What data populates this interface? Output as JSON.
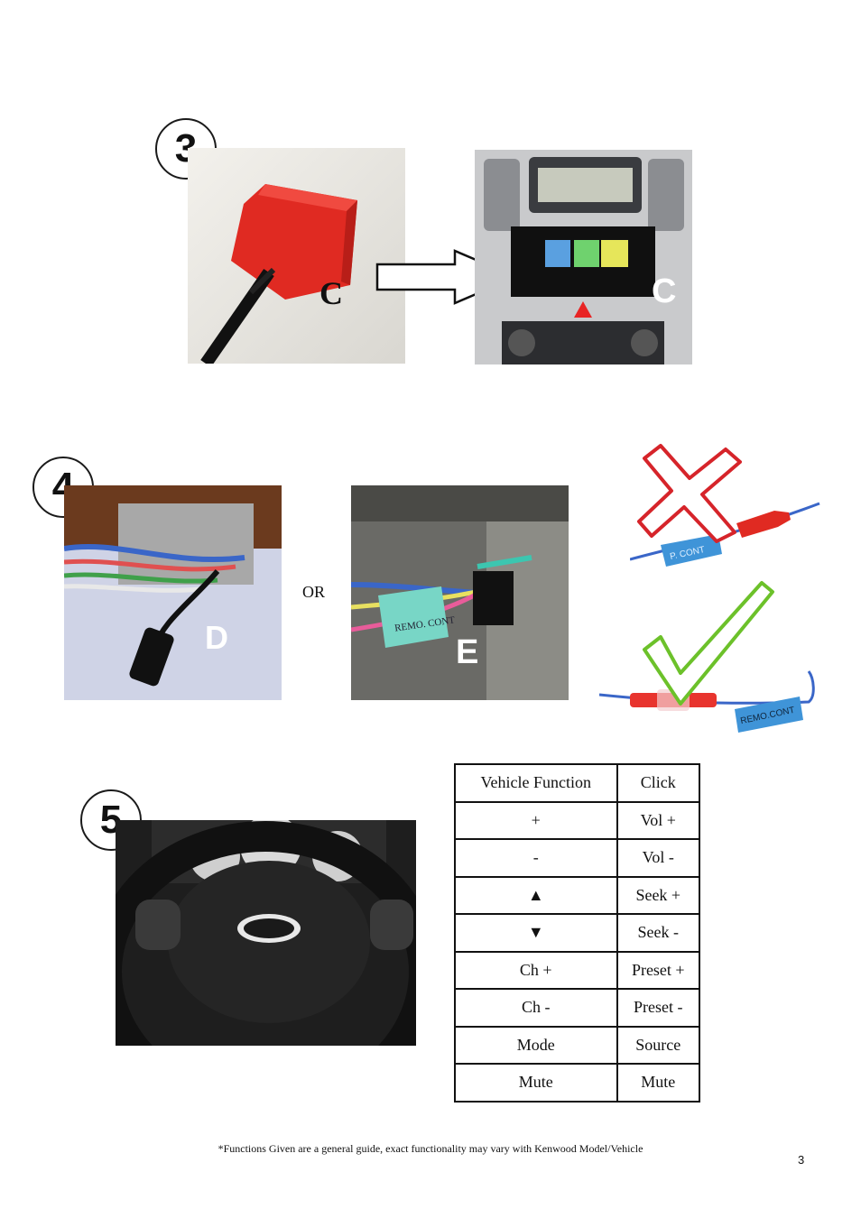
{
  "steps": {
    "step3": {
      "number": "3",
      "left_label": "C",
      "right_label": "C"
    },
    "step4": {
      "number": "4",
      "d_label": "D",
      "or_text": "OR",
      "e_label": "E",
      "e_tag_text": "REMO. CONT",
      "wrong_tag": "P. CONT",
      "right_tag": "REMO.CONT"
    },
    "step5": {
      "number": "5"
    }
  },
  "function_table": {
    "header": {
      "vehicle": "Vehicle Function",
      "click": "Click"
    },
    "rows": [
      {
        "vehicle": "+",
        "click": "Vol +"
      },
      {
        "vehicle": "-",
        "click": "Vol -"
      },
      {
        "vehicle": "▲",
        "click": "Seek +"
      },
      {
        "vehicle": "▼",
        "click": "Seek -"
      },
      {
        "vehicle": "Ch +",
        "click": "Preset +"
      },
      {
        "vehicle": "Ch -",
        "click": "Preset -"
      },
      {
        "vehicle": "Mode",
        "click": "Source"
      },
      {
        "vehicle": "Mute",
        "click": "Mute"
      }
    ]
  },
  "footnote": "*Functions Given are a general guide, exact functionality may vary with Kenwood Model/Vehicle",
  "page_number": "3",
  "colors": {
    "connector_red": "#e02a22",
    "cross_red": "#d6242a",
    "check_green": "#6cc12a",
    "tag_blue": "#3f94d8"
  }
}
